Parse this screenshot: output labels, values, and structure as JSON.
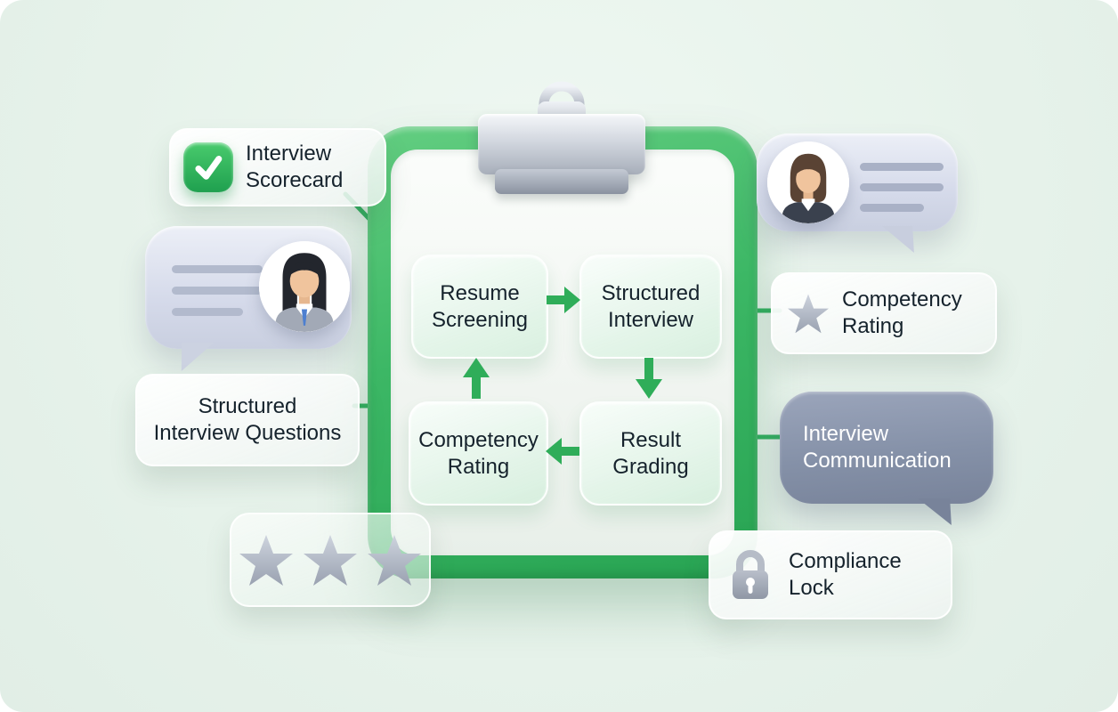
{
  "clipboard_flow": {
    "steps": [
      {
        "lines": [
          "Resume",
          "Screening"
        ]
      },
      {
        "lines": [
          "Structured",
          "Interview"
        ]
      },
      {
        "lines": [
          "Result",
          "Grading"
        ]
      },
      {
        "lines": [
          "Competency",
          "Rating"
        ]
      }
    ]
  },
  "badges": {
    "interview_scorecard": {
      "lines": [
        "Interview",
        "Scorecard"
      ],
      "icon": "checkmark-icon"
    },
    "structured_interview_questions": {
      "lines": [
        "Structured",
        "Interview Questions"
      ]
    },
    "competency_rating": {
      "lines": [
        "Competency",
        "Rating"
      ],
      "icon": "star-icon"
    },
    "interview_communication": {
      "lines": [
        "Interview",
        "Communication"
      ]
    },
    "compliance_lock": {
      "lines": [
        "Compliance",
        "Lock"
      ],
      "icon": "lock-icon"
    },
    "star_rating": {
      "icon": "three-stars-icon",
      "count": 3
    }
  },
  "colors": {
    "background": "#e8f3ec",
    "clipboard_green": "#2fb05c",
    "clipboard_paper": "#f4f8f4",
    "arrow_green": "#2fad59",
    "text_dark": "#15222c",
    "bubble_light": "#d9deec",
    "bubble_dark": "#8591a8",
    "placeholder_line_grey": "#b2bacd",
    "star_silver": "#b4bbc9",
    "metal_silver": "#bac0cb",
    "check_green": "#2db35c",
    "avatar_skin": "#f0c49d",
    "tie_blue": "#4d7fd0"
  }
}
